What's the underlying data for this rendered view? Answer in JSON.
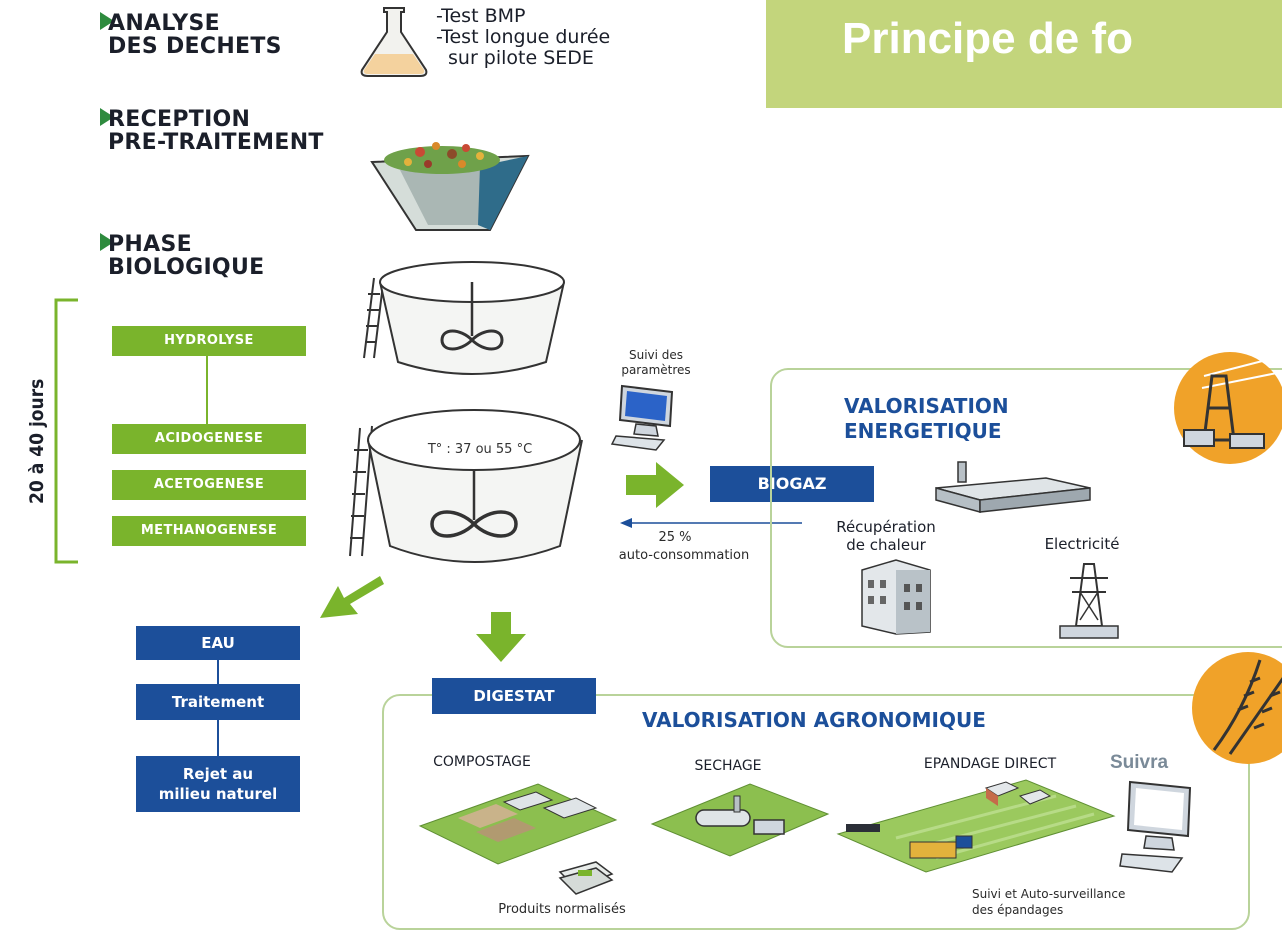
{
  "header": {
    "title": "Principe de fo"
  },
  "stages": {
    "analyse": {
      "title_line1": "ANALYSE",
      "title_line2": "DES DECHETS",
      "tests": [
        "-Test BMP",
        "-Test longue durée",
        "sur pilote SEDE"
      ]
    },
    "reception": {
      "title_line1": "RECEPTION",
      "title_line2": "PRE-TRAITEMENT"
    },
    "phase": {
      "title_line1": "PHASE",
      "title_line2": "BIOLOGIQUE"
    }
  },
  "duration": "20 à 40 jours",
  "process_steps": [
    "HYDROLYSE",
    "ACIDOGENESE",
    "ACETOGENESE",
    "METHANOGENESE"
  ],
  "digester": {
    "temperature": "T° : 37 ou 55 °C"
  },
  "monitoring": {
    "line1": "Suivi des",
    "line2": "paramètres"
  },
  "biogaz": {
    "label": "BIOGAZ",
    "recycle_percent": "25 %",
    "recycle_label": "auto-consommation"
  },
  "energy": {
    "title_line1": "VALORISATION",
    "title_line2": "ENERGETIQUE",
    "heat_line1": "Récupération",
    "heat_line2": "de chaleur",
    "electricity": "Electricité"
  },
  "water": {
    "eau": "EAU",
    "treatment": "Traitement",
    "release_line1": "Rejet au",
    "release_line2": "milieu naturel"
  },
  "digestate": {
    "label": "DIGESTAT",
    "title": "VALORISATION AGRONOMIQUE",
    "composting": "COMPOSTAGE",
    "drying": "SECHAGE",
    "spreading": "EPANDAGE DIRECT",
    "products": "Produits normalisés",
    "brand": "Suivra",
    "monitoring_line1": "Suivi et Auto-surveillance",
    "monitoring_line2": "des épandages"
  },
  "colors": {
    "green": "#7ab42c",
    "blue": "#1c4f9a",
    "header_bg": "#c3d57c",
    "panel_border": "#b9d39a",
    "orange": "#f0a229"
  }
}
